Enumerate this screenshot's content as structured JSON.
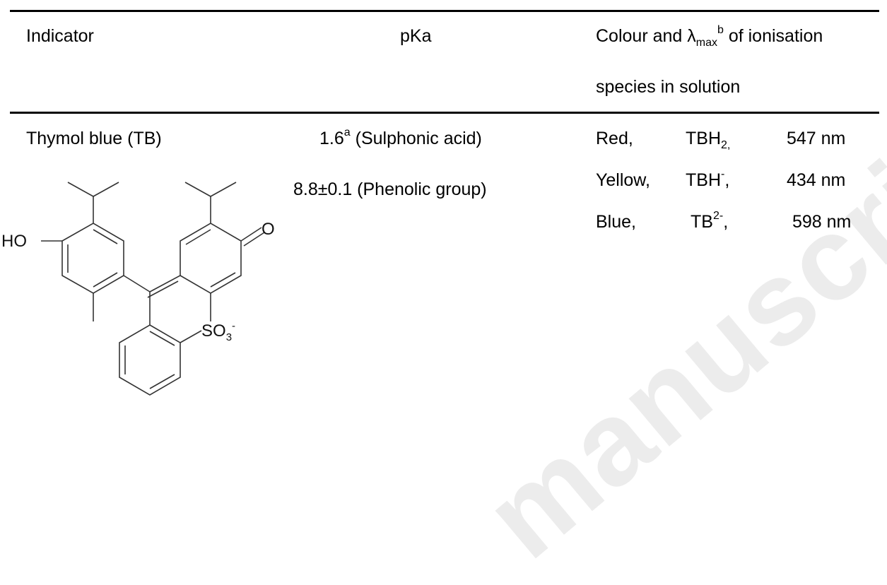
{
  "table": {
    "headers": {
      "indicator": "Indicator",
      "pka": "pKa",
      "colour_line1_pre": "Colour and λ",
      "colour_line1_sub": "max",
      "colour_line1_sup": "b",
      "colour_line1_post": " of ionisation",
      "colour_line2": "species in solution"
    },
    "row": {
      "indicator_name": "Thymol blue (TB)",
      "pka1_value": "1.6",
      "pka1_sup": "a",
      "pka1_label": " (Sulphonic acid)",
      "pka2": "8.8±0.1 (Phenolic group)",
      "species": [
        {
          "colour": "Red,",
          "formula_base": "TBH",
          "formula_sub": "2,",
          "formula_sup": "",
          "formula_tail": "",
          "wavelength": "547 nm"
        },
        {
          "colour": "Yellow,",
          "formula_base": "TBH",
          "formula_sub": "",
          "formula_sup": "-",
          "formula_tail": ",",
          "wavelength": "434 nm"
        },
        {
          "colour": "Blue,",
          "formula_base": "TB",
          "formula_sub": "",
          "formula_sup": "2-",
          "formula_tail": ",",
          "wavelength": "598 nm"
        }
      ]
    },
    "structure": {
      "ho_label": "HO",
      "o_label": "O",
      "so3_label": "SO",
      "so3_sub": "3",
      "so3_sup": "-"
    }
  },
  "watermark": "manuscript"
}
